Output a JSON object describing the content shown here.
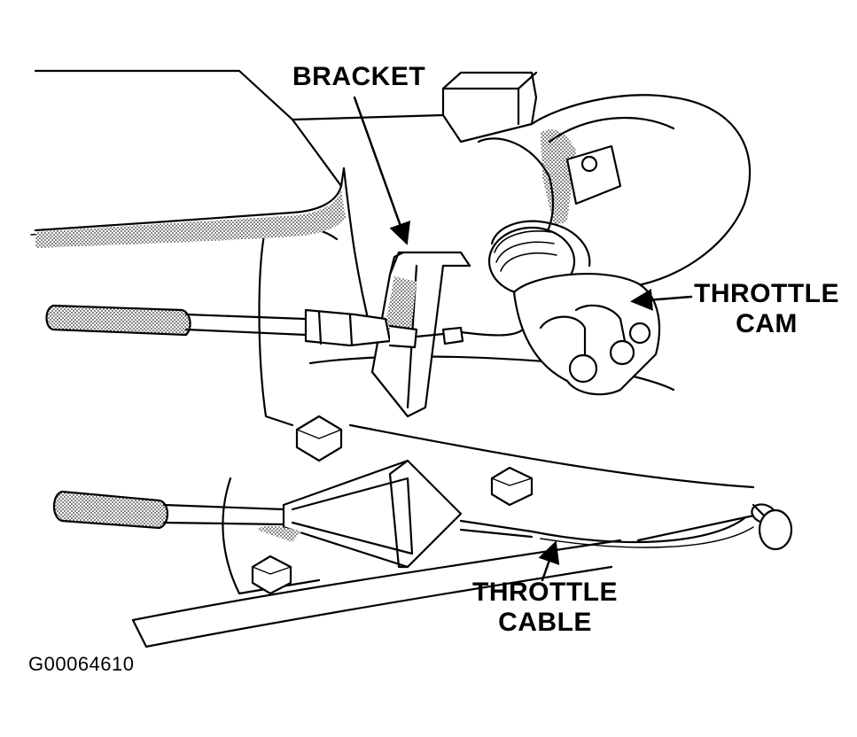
{
  "labels": {
    "bracket": "BRACKET",
    "throttle_cam_line1": "THROTTLE",
    "throttle_cam_line2": "CAM",
    "throttle_cable_line1": "THROTTLE",
    "throttle_cable_line2": "CABLE"
  },
  "figure_id": "G00064610",
  "colors": {
    "ink": "#000000",
    "paper": "#ffffff",
    "stipple": "#8a8a8a"
  }
}
